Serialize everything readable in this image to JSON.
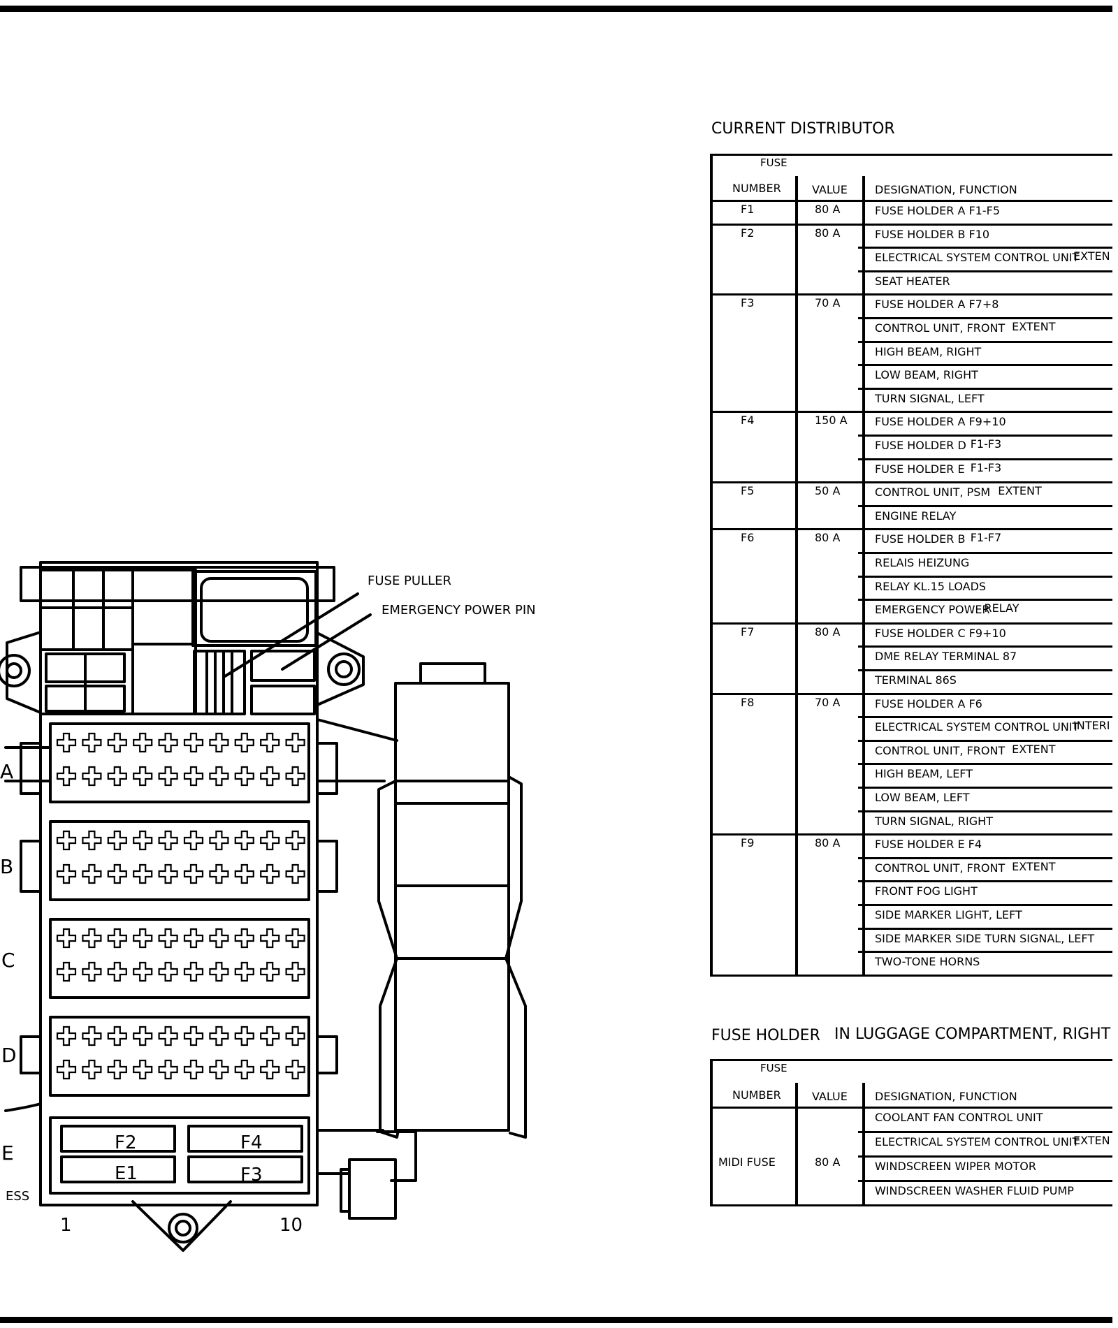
{
  "diagram": {
    "callouts": [
      "FUSE PULLER",
      "EMERGENCY POWER PIN"
    ],
    "row_labels": [
      "A",
      "B",
      "C",
      "D",
      "E"
    ],
    "column_labels": [
      "1",
      "10"
    ],
    "fuse_slot_labels": [
      "F2",
      "F4",
      "E1",
      "F3"
    ],
    "left_clipped_text": "ESS"
  },
  "current_distributor": {
    "title": "CURRENT DISTRIBUTOR",
    "headers": {
      "fuse": "FUSE",
      "number": "NUMBER",
      "value": "VALUE",
      "designation": "DESIGNATION, FUNCTION"
    },
    "groups": [
      {
        "number": "F1",
        "value": "80 A",
        "rows": [
          [
            "FUSE HOLDER A F1-F5"
          ]
        ]
      },
      {
        "number": "F2",
        "value": "80 A",
        "rows": [
          [
            "FUSE HOLDER B F10"
          ],
          [
            "ELECTRICAL SYSTEM CONTROL UNIT",
            "EXTEN"
          ],
          [
            "SEAT HEATER"
          ]
        ]
      },
      {
        "number": "F3",
        "value": "70 A",
        "rows": [
          [
            "FUSE HOLDER A F7+8"
          ],
          [
            "CONTROL UNIT, FRONT",
            "EXTENT"
          ],
          [
            "HIGH BEAM, RIGHT"
          ],
          [
            "LOW BEAM, RIGHT"
          ],
          [
            "TURN SIGNAL, LEFT"
          ]
        ]
      },
      {
        "number": "F4",
        "value": "150 A",
        "rows": [
          [
            "FUSE HOLDER A F9+10"
          ],
          [
            "FUSE HOLDER D",
            "F1-F3"
          ],
          [
            "FUSE HOLDER E",
            "F1-F3"
          ]
        ]
      },
      {
        "number": "F5",
        "value": "50 A",
        "rows": [
          [
            "CONTROL UNIT, PSM",
            "EXTENT"
          ],
          [
            "ENGINE RELAY"
          ]
        ]
      },
      {
        "number": "F6",
        "value": "80 A",
        "rows": [
          [
            "FUSE HOLDER B",
            "F1-F7"
          ],
          [
            "RELAIS HEIZUNG"
          ],
          [
            "RELAY KL.15 LOADS"
          ],
          [
            "EMERGENCY POWER",
            "RELAY"
          ]
        ]
      },
      {
        "number": "F7",
        "value": "80 A",
        "rows": [
          [
            "FUSE HOLDER C F9+10"
          ],
          [
            "DME RELAY TERMINAL 87"
          ],
          [
            "TERMINAL 86S"
          ]
        ]
      },
      {
        "number": "F8",
        "value": "70 A",
        "rows": [
          [
            "FUSE HOLDER A F6"
          ],
          [
            "ELECTRICAL SYSTEM CONTROL UNIT",
            "INTERI"
          ],
          [
            "CONTROL UNIT, FRONT",
            "EXTENT"
          ],
          [
            "HIGH BEAM, LEFT"
          ],
          [
            "LOW BEAM, LEFT"
          ],
          [
            "TURN SIGNAL, RIGHT"
          ]
        ]
      },
      {
        "number": "F9",
        "value": "80 A",
        "rows": [
          [
            "FUSE HOLDER E F4"
          ],
          [
            "CONTROL UNIT, FRONT",
            "EXTENT"
          ],
          [
            "FRONT FOG LIGHT"
          ],
          [
            "SIDE MARKER LIGHT, LEFT"
          ],
          [
            "SIDE MARKER SIDE TURN SIGNAL, LEFT"
          ],
          [
            "TWO-TONE HORNS"
          ]
        ]
      }
    ]
  },
  "fuse_holder_luggage": {
    "title": "FUSE HOLDER",
    "subtitle": "IN LUGGAGE COMPARTMENT, RIGHT",
    "headers": {
      "fuse": "FUSE",
      "number": "NUMBER",
      "value": "VALUE",
      "designation": "DESIGNATION, FUNCTION"
    },
    "number": "MIDI FUSE",
    "value": "80 A",
    "rows": [
      [
        "COOLANT FAN CONTROL UNIT"
      ],
      [
        "ELECTRICAL SYSTEM CONTROL UNIT",
        "EXTEN"
      ],
      [
        "WINDSCREEN WIPER MOTOR"
      ],
      [
        "WINDSCREEN WASHER FLUID PUMP"
      ]
    ]
  }
}
